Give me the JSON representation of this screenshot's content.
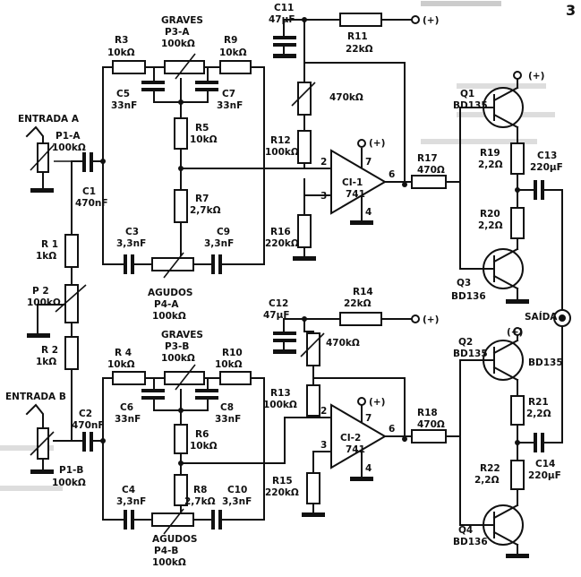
{
  "figure_number": "3",
  "labels": {
    "graves_a": "GRAVES",
    "p3a": "P3-A",
    "p3a_val": "100kΩ",
    "r3": "R3",
    "r3_val": "10kΩ",
    "r9": "R9",
    "r9_val": "10kΩ",
    "c5": "C5",
    "c5_val": "33nF",
    "c7": "C7",
    "c7_val": "33nF",
    "r5": "R5",
    "r5_val": "10kΩ",
    "r7": "R7",
    "r7_val": "2,7kΩ",
    "c3": "C3",
    "c3_val": "3,3nF",
    "c9": "C9",
    "c9_val": "3,3nF",
    "agudos_a": "AGUDOS",
    "p4a": "P4-A",
    "p4a_val": "100kΩ",
    "entrada_a": "ENTRADA A",
    "p1a": "P1-A",
    "p1a_val": "100kΩ",
    "c1": "C1",
    "c1_val": "470nF",
    "r1": "R 1",
    "r1_val": "1kΩ",
    "p2": "P 2",
    "p2_val": "100kΩ",
    "r2": "R 2",
    "r2_val": "1kΩ",
    "c11": "C11",
    "c11_val": "47µF",
    "r11": "R11",
    "r11_val": "22kΩ",
    "plus": "(+)",
    "pot470_a": "470kΩ",
    "r12": "R12",
    "r12_val": "100kΩ",
    "r16": "R16",
    "r16_val": "220kΩ",
    "ci1_name": "CI-1",
    "ci1_code": "741",
    "pin2": "2",
    "pin3": "3",
    "pin4": "4",
    "pin6": "6",
    "pin7": "7",
    "r17": "R17",
    "r17_val": "470Ω",
    "q1": "Q1",
    "q1_type": "BD135",
    "r19": "R19",
    "r19_val": "2,2Ω",
    "c13": "C13",
    "c13_val": "220µF",
    "r20": "R20",
    "r20_val": "2,2Ω",
    "q3": "Q3",
    "q3_type": "BD136",
    "saida": "SAÍDA",
    "c12": "C12",
    "c12_val": "47µF",
    "r14": "R14",
    "r14_val": "22kΩ",
    "pot470_b": "470kΩ",
    "graves_b": "GRAVES",
    "p3b": "P3-B",
    "p3b_val": "100kΩ",
    "r4": "R 4",
    "r4_val": "10kΩ",
    "r10": "R10",
    "r10_val": "10kΩ",
    "c6": "C6",
    "c6_val": "33nF",
    "c8": "C8",
    "c8_val": "33nF",
    "r13": "R13",
    "r13_val": "100kΩ",
    "r6": "R6",
    "r6_val": "10kΩ",
    "entrada_b": "ENTRADA B",
    "c2": "C2",
    "c2_val": "470nF",
    "p1b": "P1-B",
    "p1b_val": "100kΩ",
    "ci2_name": "CI-2",
    "ci2_code": "741",
    "r18": "R18",
    "r18_val": "470Ω",
    "q2": "Q2",
    "q2_type": "BD135",
    "q2_type_right": "BD135",
    "r21": "R21",
    "r21_val": "2,2Ω",
    "c14": "C14",
    "c14_val": "220µF",
    "r22": "R22",
    "r22_val": "2,2Ω",
    "c4": "C4",
    "c4_val": "3,3nF",
    "r8": "R8",
    "r8_val": "2,7kΩ",
    "c10": "C10",
    "c10_val": "3,3nF",
    "r15": "R15",
    "r15_val": "220kΩ",
    "agudos_b": "AGUDOS",
    "p4b": "P4-B",
    "p4b_val": "100kΩ",
    "q4": "Q4",
    "q4_type": "BD136"
  }
}
